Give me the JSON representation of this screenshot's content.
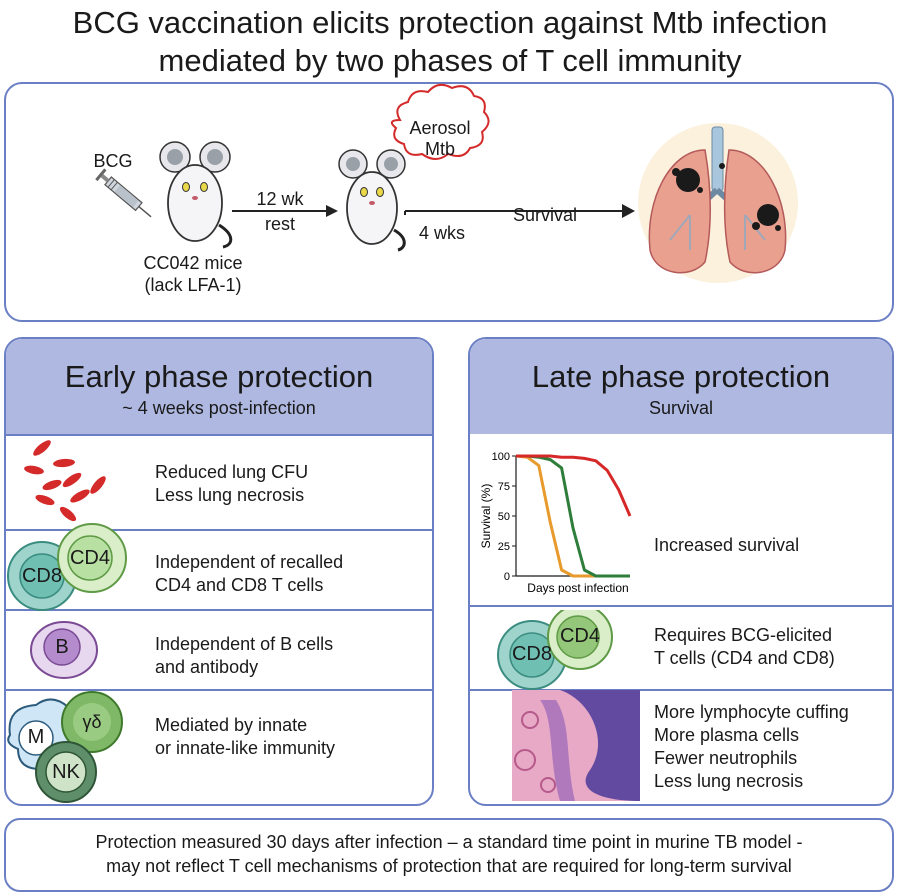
{
  "title_line1": "BCG vaccination elicits protection against Mtb infection",
  "title_line2": "mediated by two phases of T cell immunity",
  "workflow": {
    "bcg": "BCG",
    "mice_line1": "CC042 mice",
    "mice_line2": "(lack LFA-1)",
    "rest_line1": "12 wk",
    "rest_line2": "rest",
    "aerosol_line1": "Aerosol",
    "aerosol_line2": "Mtb",
    "weeks": "4 wks",
    "survival": "Survival"
  },
  "early": {
    "title": "Early phase protection",
    "subtitle": "~ 4 weeks post-infection",
    "rows": [
      {
        "line1": "Reduced lung CFU",
        "line2": "Less lung necrosis"
      },
      {
        "line1": "Independent of recalled",
        "line2": "CD4 and CD8 T cells"
      },
      {
        "line1": "Independent of B cells",
        "line2": "and antibody"
      },
      {
        "line1": "Mediated by innate",
        "line2": "or innate-like immunity"
      }
    ],
    "cells": {
      "cd8": "CD8",
      "cd4": "CD4",
      "b": "B",
      "m": "M",
      "gd": "γδ",
      "nk": "NK"
    }
  },
  "late": {
    "title": "Late phase protection",
    "subtitle": "Survival",
    "rows": [
      {
        "line1": "Increased survival"
      },
      {
        "line1": "Requires BCG-elicited",
        "line2": "T cells (CD4 and CD8)"
      },
      {
        "line1": "More lymphocyte cuffing",
        "line2": "More plasma cells",
        "line3": "Fewer neutrophils",
        "line4": "Less lung necrosis"
      }
    ],
    "cells": {
      "cd8": "CD8",
      "cd4": "CD4"
    }
  },
  "chart_data": {
    "type": "line",
    "xlabel": "Days post infection",
    "ylabel": "Survival (%)",
    "ylim": [
      0,
      100
    ],
    "yticks": [
      0,
      25,
      50,
      75,
      100
    ],
    "x": [
      0,
      1,
      2,
      3,
      4,
      5,
      6,
      7,
      8,
      9,
      10
    ],
    "series": [
      {
        "color": "#e89a2c",
        "values": [
          100,
          99,
          92,
          45,
          5,
          0,
          0,
          0,
          0,
          0,
          0
        ]
      },
      {
        "color": "#2e7d3a",
        "values": [
          100,
          100,
          99,
          97,
          90,
          40,
          5,
          0,
          0,
          0,
          0
        ]
      },
      {
        "color": "#d62828",
        "values": [
          100,
          100,
          100,
          100,
          99,
          99,
          98,
          96,
          88,
          72,
          50
        ]
      }
    ],
    "grid": false
  },
  "footer": {
    "line1": "Protection measured 30 days after infection – a standard time point in murine TB model -",
    "line2": "may not reflect T cell mechanisms of protection that are required for long-term survival"
  },
  "colors": {
    "accent": "#6b7fc4",
    "header_fill": "#aeb8e0",
    "bacteria": "#d42a2a"
  }
}
